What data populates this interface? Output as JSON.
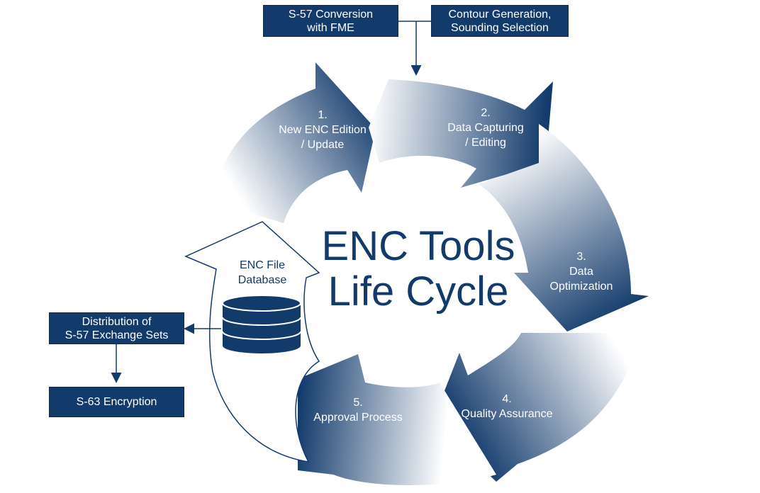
{
  "title": {
    "line1": "ENC Tools",
    "line2": "Life Cycle"
  },
  "steps": [
    {
      "num": "1.",
      "line1": "New ENC Edition",
      "line2": "/ Update"
    },
    {
      "num": "2.",
      "line1": "Data Capturing",
      "line2": "/ Editing"
    },
    {
      "num": "3.",
      "line1": "Data",
      "line2": "Optimization"
    },
    {
      "num": "4.",
      "line1": "Quality Assurance"
    },
    {
      "num": "5.",
      "line1": "Approval Process"
    }
  ],
  "top_boxes": [
    {
      "line1": "S-57 Conversion",
      "line2": "with FME"
    },
    {
      "line1": "Contour Generation,",
      "line2": "Sounding Selection"
    }
  ],
  "database": {
    "line1": "ENC File",
    "line2": "Database"
  },
  "side_boxes": [
    {
      "line1": "Distribution of",
      "line2": "S-57 Exchange Sets"
    },
    {
      "line1": "S-63 Encryption"
    }
  ],
  "colors": {
    "navy": "#123a6b",
    "arrow_light": "#ffffff",
    "outline": "#123a6b"
  }
}
